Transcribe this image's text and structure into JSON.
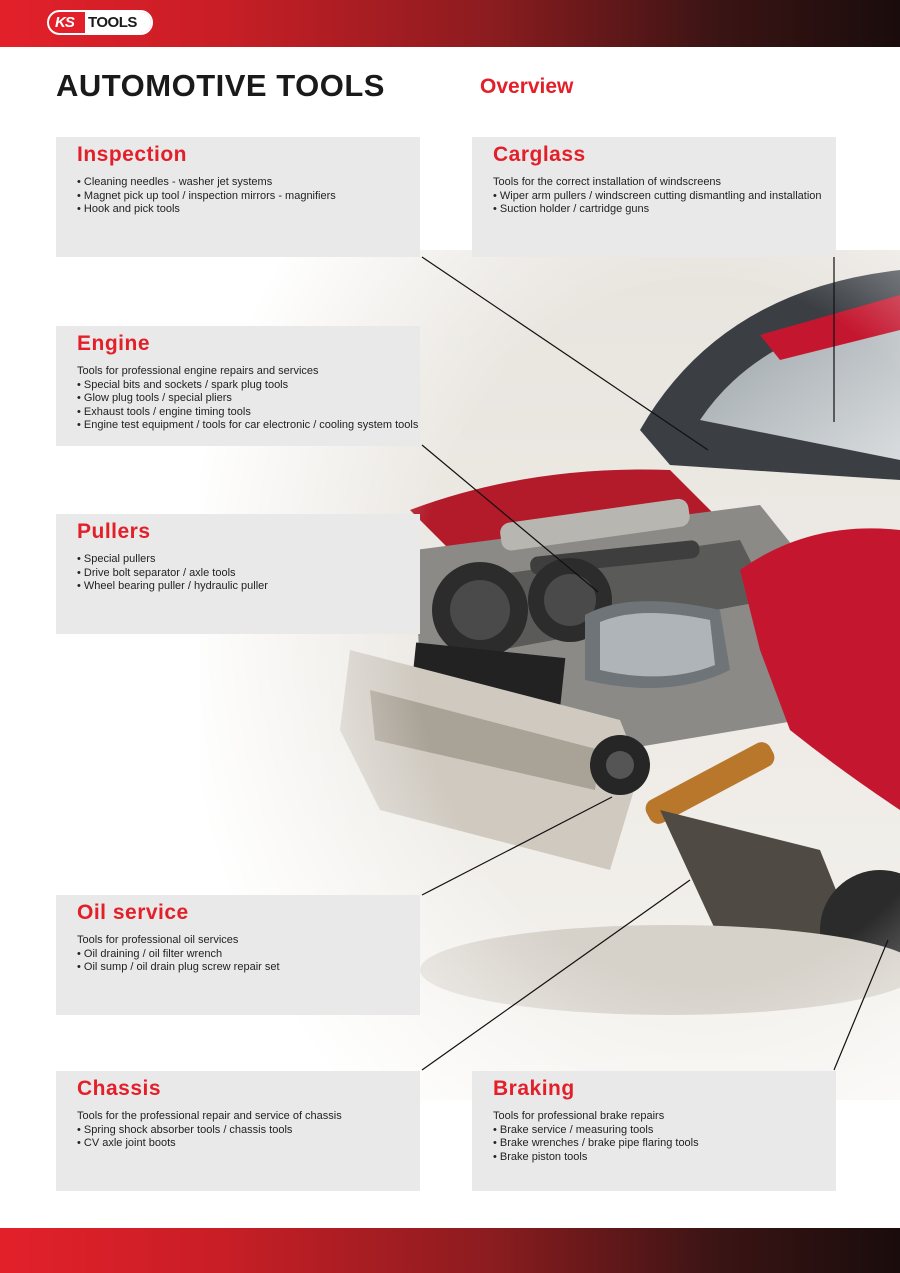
{
  "header": {
    "logo_ks": "KS",
    "logo_tools": "TOOLS"
  },
  "title": "AUTOMOTIVE TOOLS",
  "subtitle": "Overview",
  "colors": {
    "brand_red": "#e3202a",
    "box_gray": "#e9e9e9",
    "car_red": "#c4172f"
  },
  "sections": {
    "inspection": {
      "heading": "Inspection",
      "lines": [
        "• Cleaning needles - washer jet systems",
        "• Magnet pick up tool / inspection mirrors - magnifiers",
        "• Hook and pick tools"
      ]
    },
    "carglass": {
      "heading": "Carglass",
      "lines": [
        "Tools for the correct installation of windscreens",
        "• Wiper arm pullers / windscreen cutting dismantling and installation",
        "• Suction holder / cartridge guns"
      ]
    },
    "engine": {
      "heading": "Engine",
      "lines": [
        "Tools for professional engine repairs and services",
        "• Special bits and sockets / spark plug tools",
        "• Glow plug tools / special pliers",
        "• Exhaust tools / engine timing tools",
        "• Engine test equipment / tools for car electronic / cooling system tools"
      ]
    },
    "pullers": {
      "heading": "Pullers",
      "lines": [
        "• Special pullers",
        "• Drive bolt separator / axle tools",
        "• Wheel bearing puller / hydraulic puller"
      ]
    },
    "oil_service": {
      "heading": "Oil service",
      "lines": [
        "Tools for professional oil services",
        "• Oil draining / oil filter wrench",
        "• Oil sump / oil drain plug screw repair set"
      ]
    },
    "chassis": {
      "heading": "Chassis",
      "lines": [
        "Tools for the professional repair and service of chassis",
        "• Spring shock absorber tools / chassis tools",
        "• CV axle joint boots"
      ]
    },
    "braking": {
      "heading": "Braking",
      "lines": [
        "Tools for professional brake repairs",
        "• Brake service / measuring tools",
        "• Brake wrenches / brake pipe flaring tools",
        "• Brake piston tools"
      ]
    }
  }
}
